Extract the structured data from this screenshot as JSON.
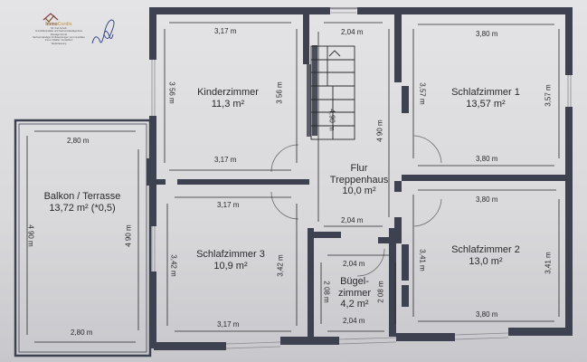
{
  "header": {
    "logo_mark": "house-check",
    "brand_first": "Immo",
    "brand_second": "Cordis",
    "company_lines": [
      "Mr. Karl Schulz",
      "Immobilienmakler und Sachverständigenbüro",
      "Montage Schulz",
      "Sachverständiger für Bewertungen von Immobilien",
      "Immo / Makler / Gutachten",
      "Niederlassung"
    ],
    "signature": "signature-mark"
  },
  "rooms": [
    {
      "id": "kinderzimmer",
      "name": "Kinderzimmer",
      "area": "11,3 m²",
      "dims": {
        "top": "3,17 m",
        "bottom": "3,17 m",
        "left": "3 56 m",
        "right": "3 56 m"
      }
    },
    {
      "id": "flur",
      "name": "Flur",
      "name2": "Treppenhaus",
      "area": "10,0 m²",
      "dims": {
        "top": "2,04 m",
        "bottom": "2,04 m",
        "right": "4 90 m",
        "stairs": "4,90 m"
      }
    },
    {
      "id": "schlafzimmer1",
      "name": "Schlafzimmer 1",
      "area": "13,57 m²",
      "dims": {
        "top": "3,80 m",
        "bottom": "3,80 m",
        "left": "3,57 m",
        "right": "3,57 m"
      }
    },
    {
      "id": "balkon",
      "name": "Balkon / Terrasse",
      "area": "13,72 m² (*0,5)",
      "dims": {
        "top": "2,80 m",
        "bottom": "2,80 m",
        "left": "4 90 m",
        "right": "4 90 m"
      }
    },
    {
      "id": "schlafzimmer3",
      "name": "Schlafzimmer 3",
      "area": "10,9 m²",
      "dims": {
        "top": "3,17 m",
        "bottom": "3,17 m",
        "left": "3,42 m",
        "right": "3,42 m"
      }
    },
    {
      "id": "buegelzimmer",
      "name": "Bügel-",
      "name2": "zimmer",
      "area": "4,2 m²",
      "dims": {
        "top": "2,04 m",
        "bottom": "2,04 m",
        "left": "2 08 m",
        "right": "2 08 m"
      }
    },
    {
      "id": "schlafzimmer2",
      "name": "Schlafzimmer 2",
      "area": "13,0 m²",
      "dims": {
        "top": "3,80 m",
        "bottom": "3,80 m",
        "left": "3,41 m",
        "right": "3,41 m"
      }
    }
  ],
  "colors": {
    "wall": "#3e4250",
    "paper": "#dedee1",
    "line": "#2a2a2e"
  }
}
